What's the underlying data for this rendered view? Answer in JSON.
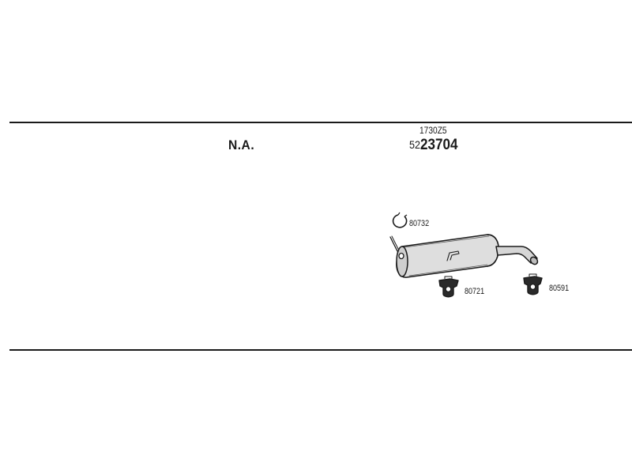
{
  "diagram": {
    "na_label": "N.A.",
    "reference_code": "1730Z5",
    "part_number_prefix": "52",
    "part_number_main": "23704",
    "parts": [
      {
        "label": "80732",
        "icon": "clamp-ring-icon"
      },
      {
        "label": "80721",
        "icon": "rubber-hanger-icon"
      },
      {
        "label": "80591",
        "icon": "rubber-hanger-icon"
      }
    ]
  }
}
